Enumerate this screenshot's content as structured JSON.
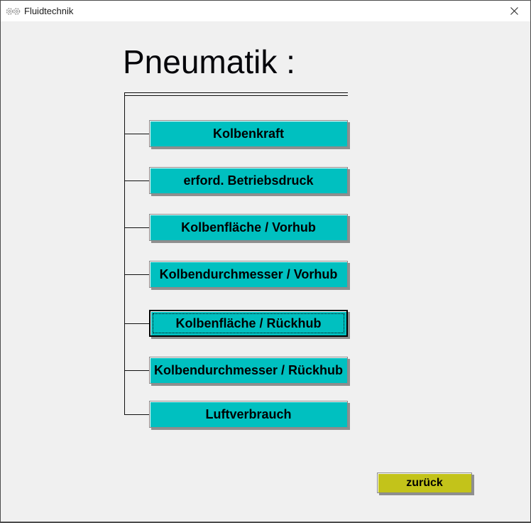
{
  "window": {
    "title": "Fluidtechnik"
  },
  "heading": "Pneumatik :",
  "menu": {
    "buttons": [
      {
        "label": "Kolbenkraft",
        "focused": false
      },
      {
        "label": "erford. Betriebsdruck",
        "focused": false
      },
      {
        "label": "Kolbenfläche / Vorhub",
        "focused": false
      },
      {
        "label": "Kolbendurchmesser / Vorhub",
        "focused": false
      },
      {
        "label": "Kolbenfläche / Rückhub",
        "focused": true
      },
      {
        "label": "Kolbendurchmesser / Rückhub",
        "focused": false
      },
      {
        "label": "Luftverbrauch",
        "focused": false
      }
    ]
  },
  "footer": {
    "back_label": "zurück"
  },
  "colors": {
    "menu_button_bg": "#00c0c0",
    "back_button_bg": "#c3c31a",
    "client_bg": "#f0f0f0",
    "titlebar_bg": "#ffffff",
    "window_border": "#4c4c4c",
    "shadow": "#8f8f8f",
    "tree_line": "#101010"
  }
}
